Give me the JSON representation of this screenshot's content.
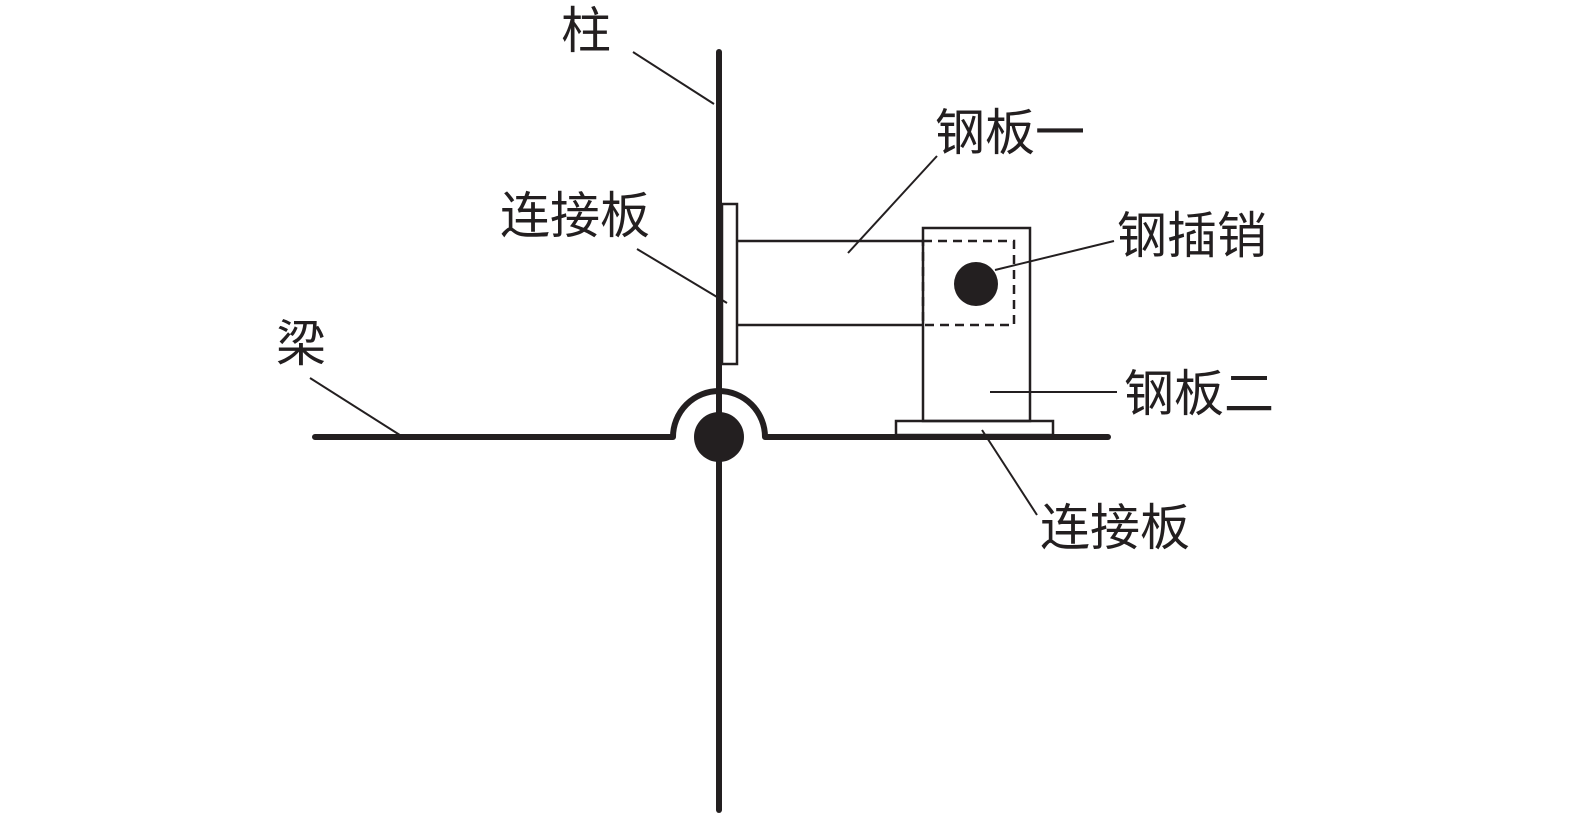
{
  "labels": {
    "column": "柱",
    "steel_plate_1": "钢板一",
    "connecting_plate_top": "连接板",
    "steel_pin": "钢插销",
    "beam": "梁",
    "steel_plate_2": "钢板二",
    "connecting_plate_bottom": "连接板"
  },
  "colors": {
    "stroke": "#231f20",
    "background": "#ffffff"
  }
}
